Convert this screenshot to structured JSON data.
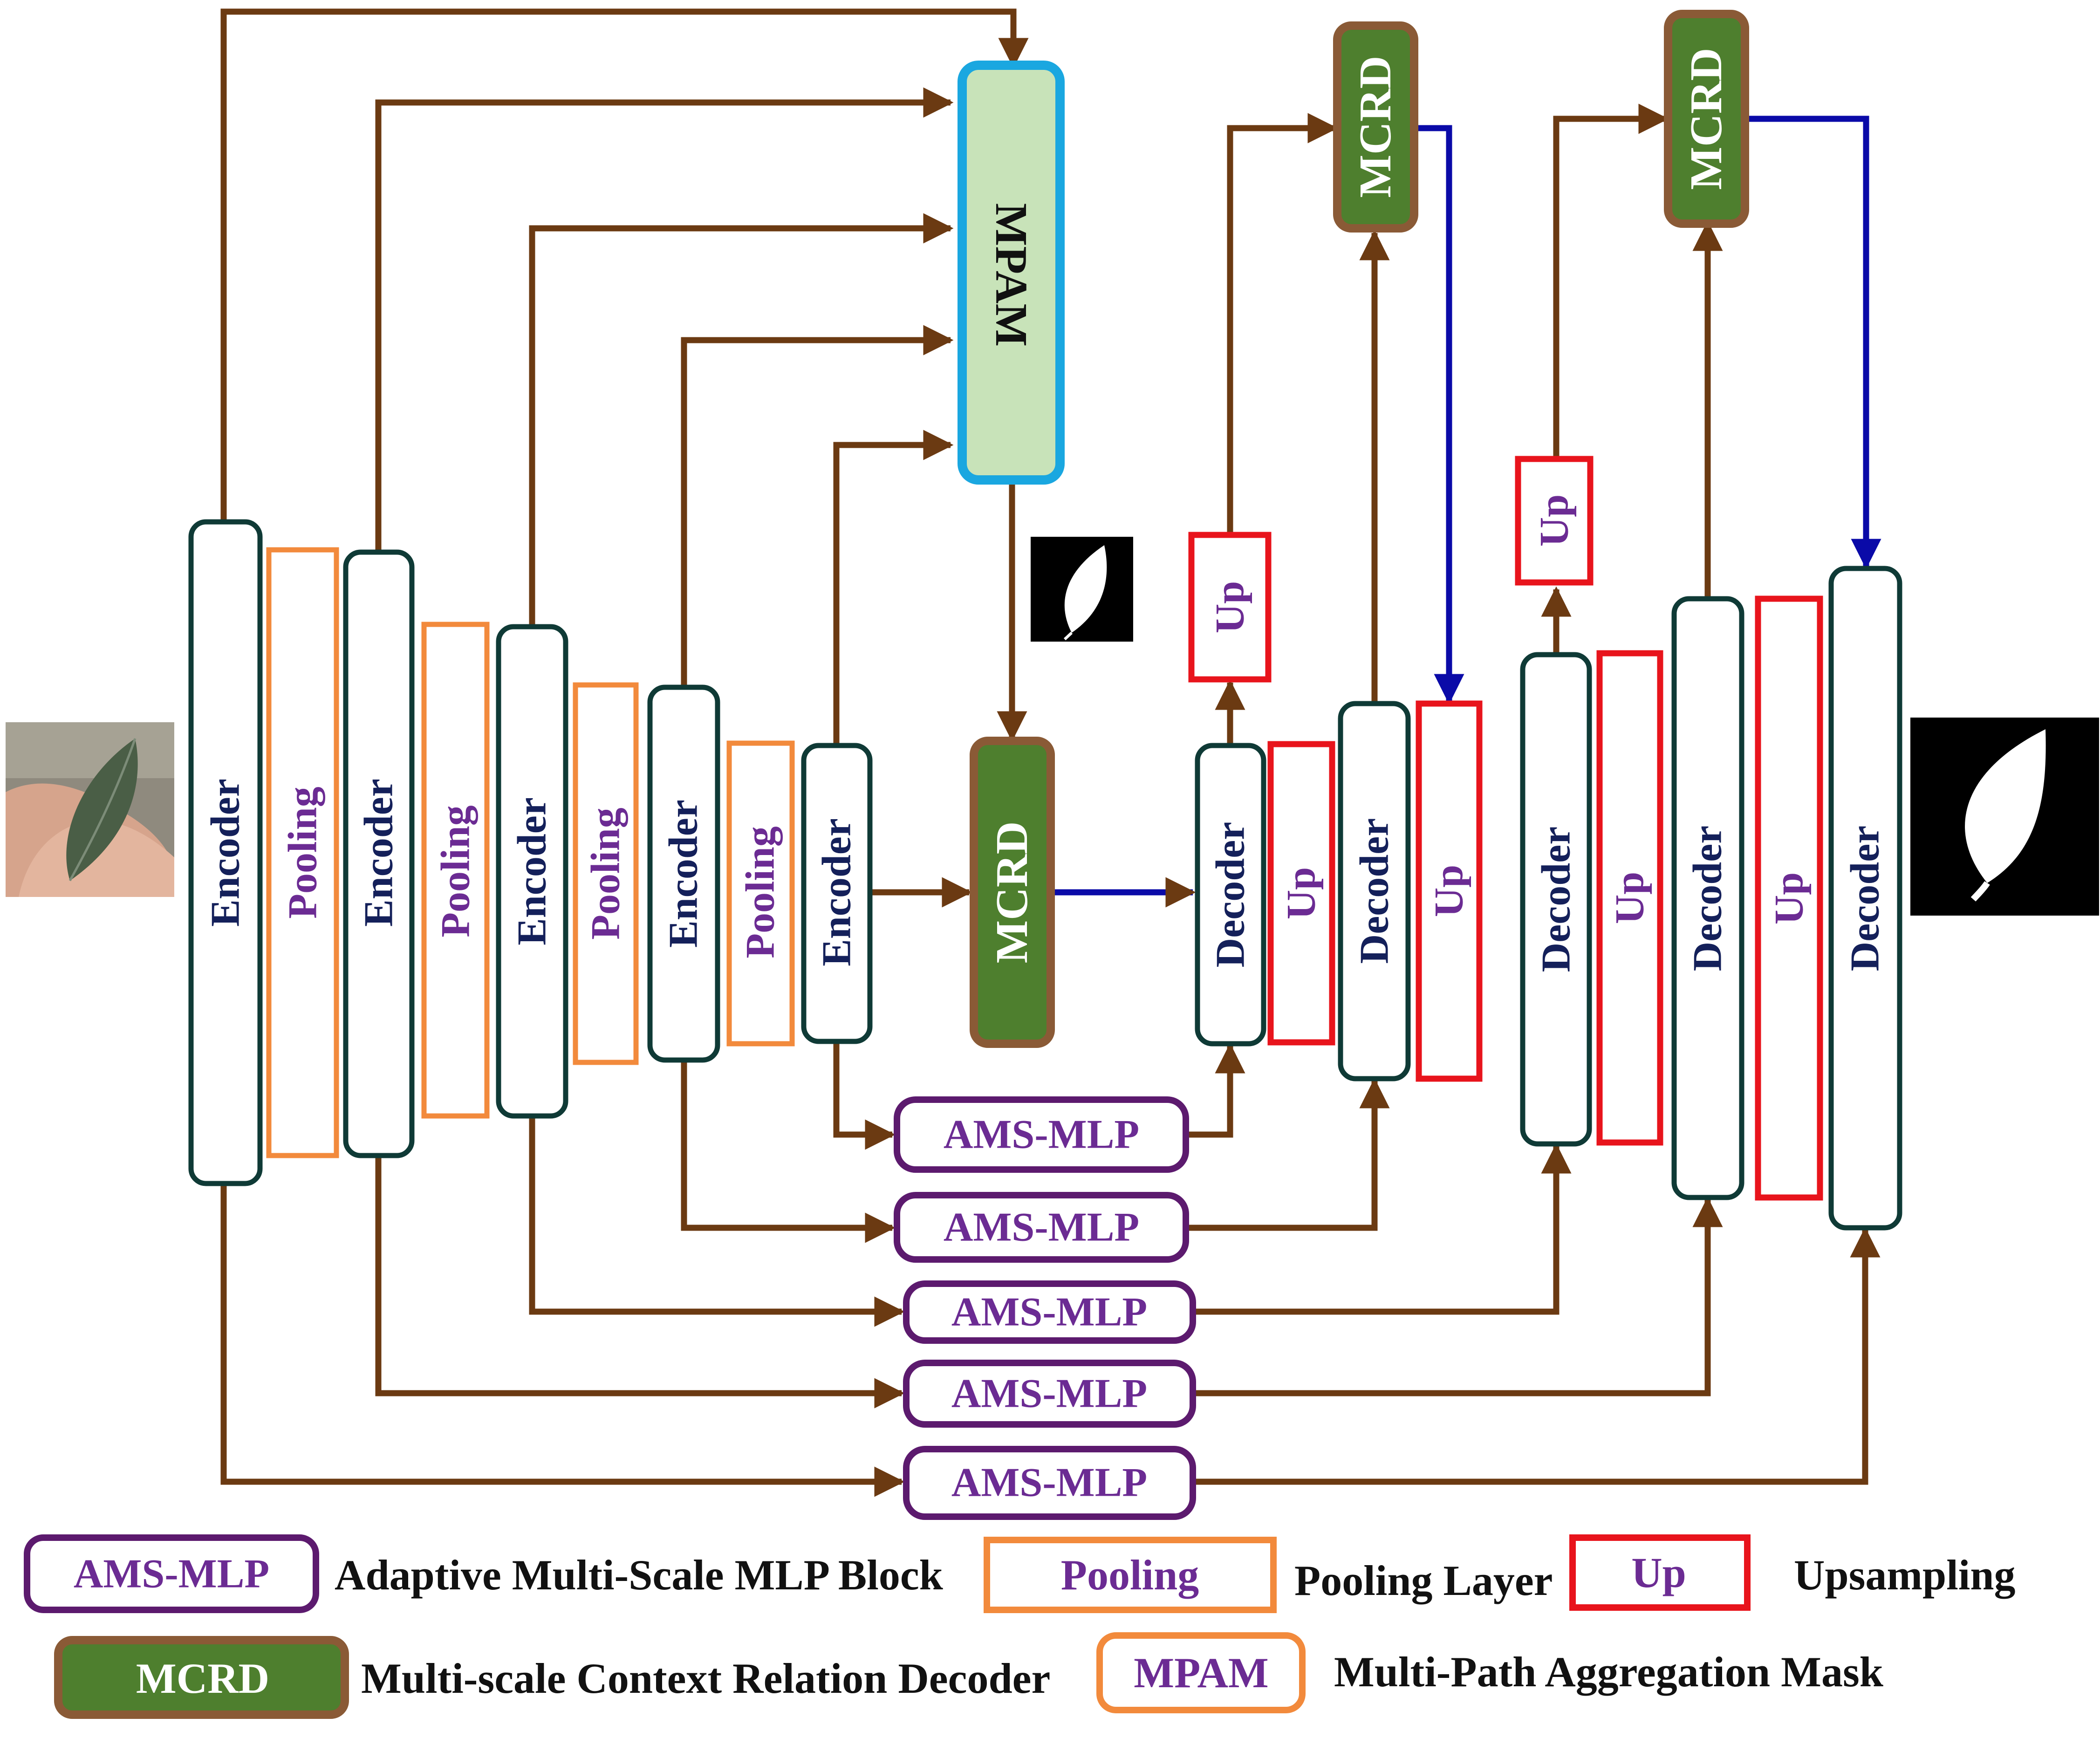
{
  "blocks": {
    "encoder": "Encoder",
    "pooling": "Pooling",
    "decoder": "Decoder",
    "up": "Up",
    "ams_mlp": "AMS-MLP",
    "mcrd": "MCRD",
    "mpam": "MPAM"
  },
  "legend": {
    "ams_mlp_key": "AMS-MLP",
    "ams_mlp_desc": "Adaptive Multi-Scale MLP Block",
    "pooling_key": "Pooling",
    "pooling_desc": "Pooling Layer",
    "up_key": "Up",
    "up_desc": "Upsampling",
    "mcrd_key": "MCRD",
    "mcrd_desc": "Multi-scale Context Relation Decoder",
    "mpam_key": "MPAM",
    "mpam_desc": "Multi-Path Aggregation Mask"
  },
  "colors": {
    "encoder_stroke": "#0f3a36",
    "block_text": "#14205a",
    "pooling_stroke": "#f28a3c",
    "pooling_text": "#6b2b93",
    "up_stroke": "#e8141c",
    "up_text": "#6b2b93",
    "ams_stroke": "#5c1a6e",
    "ams_text": "#6b2b93",
    "mcrd_fill": "#4e7f2e",
    "mcrd_stroke": "#8a5a36",
    "mpam_fill": "#c8e3b9",
    "mpam_stroke": "#1aa7e0",
    "brown_arrow": "#6b3a12",
    "blue_arrow": "#0a0aa8"
  }
}
